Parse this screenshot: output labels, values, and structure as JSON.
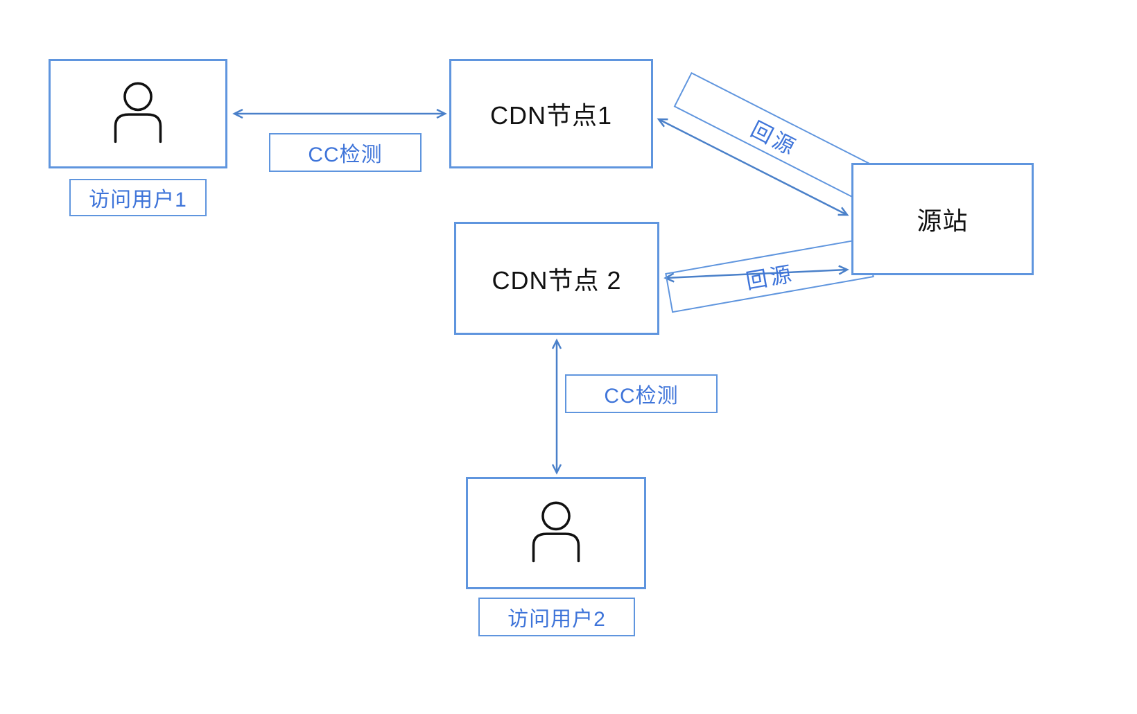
{
  "diagram": {
    "type": "cdn-architecture-flow",
    "nodes": {
      "cdn1": {
        "label": "CDN节点1"
      },
      "cdn2": {
        "label": "CDN节点 2"
      },
      "origin": {
        "label": "源站"
      },
      "user1": {
        "icon": "person-icon"
      },
      "user2": {
        "icon": "person-icon"
      }
    },
    "labels": {
      "user1": "访问用户1",
      "user2": "访问用户2",
      "cc_check_1": "CC检测",
      "cc_check_2": "CC检测",
      "back_to_origin_1": "回源",
      "back_to_origin_2": "回源"
    },
    "edges": [
      {
        "from": "user1",
        "to": "cdn1",
        "label": "CC检测",
        "direction": "both"
      },
      {
        "from": "cdn1",
        "to": "origin",
        "label": "回源",
        "direction": "both"
      },
      {
        "from": "cdn2",
        "to": "origin",
        "label": "回源",
        "direction": "both"
      },
      {
        "from": "cdn2",
        "to": "user2",
        "label": "CC检测",
        "direction": "both"
      }
    ],
    "colors": {
      "box_border": "#5f95de",
      "arrow": "#4a80c9",
      "label_text": "#3e74d9",
      "node_text": "#111111",
      "icon_stroke": "#111111",
      "background": "#ffffff"
    }
  }
}
